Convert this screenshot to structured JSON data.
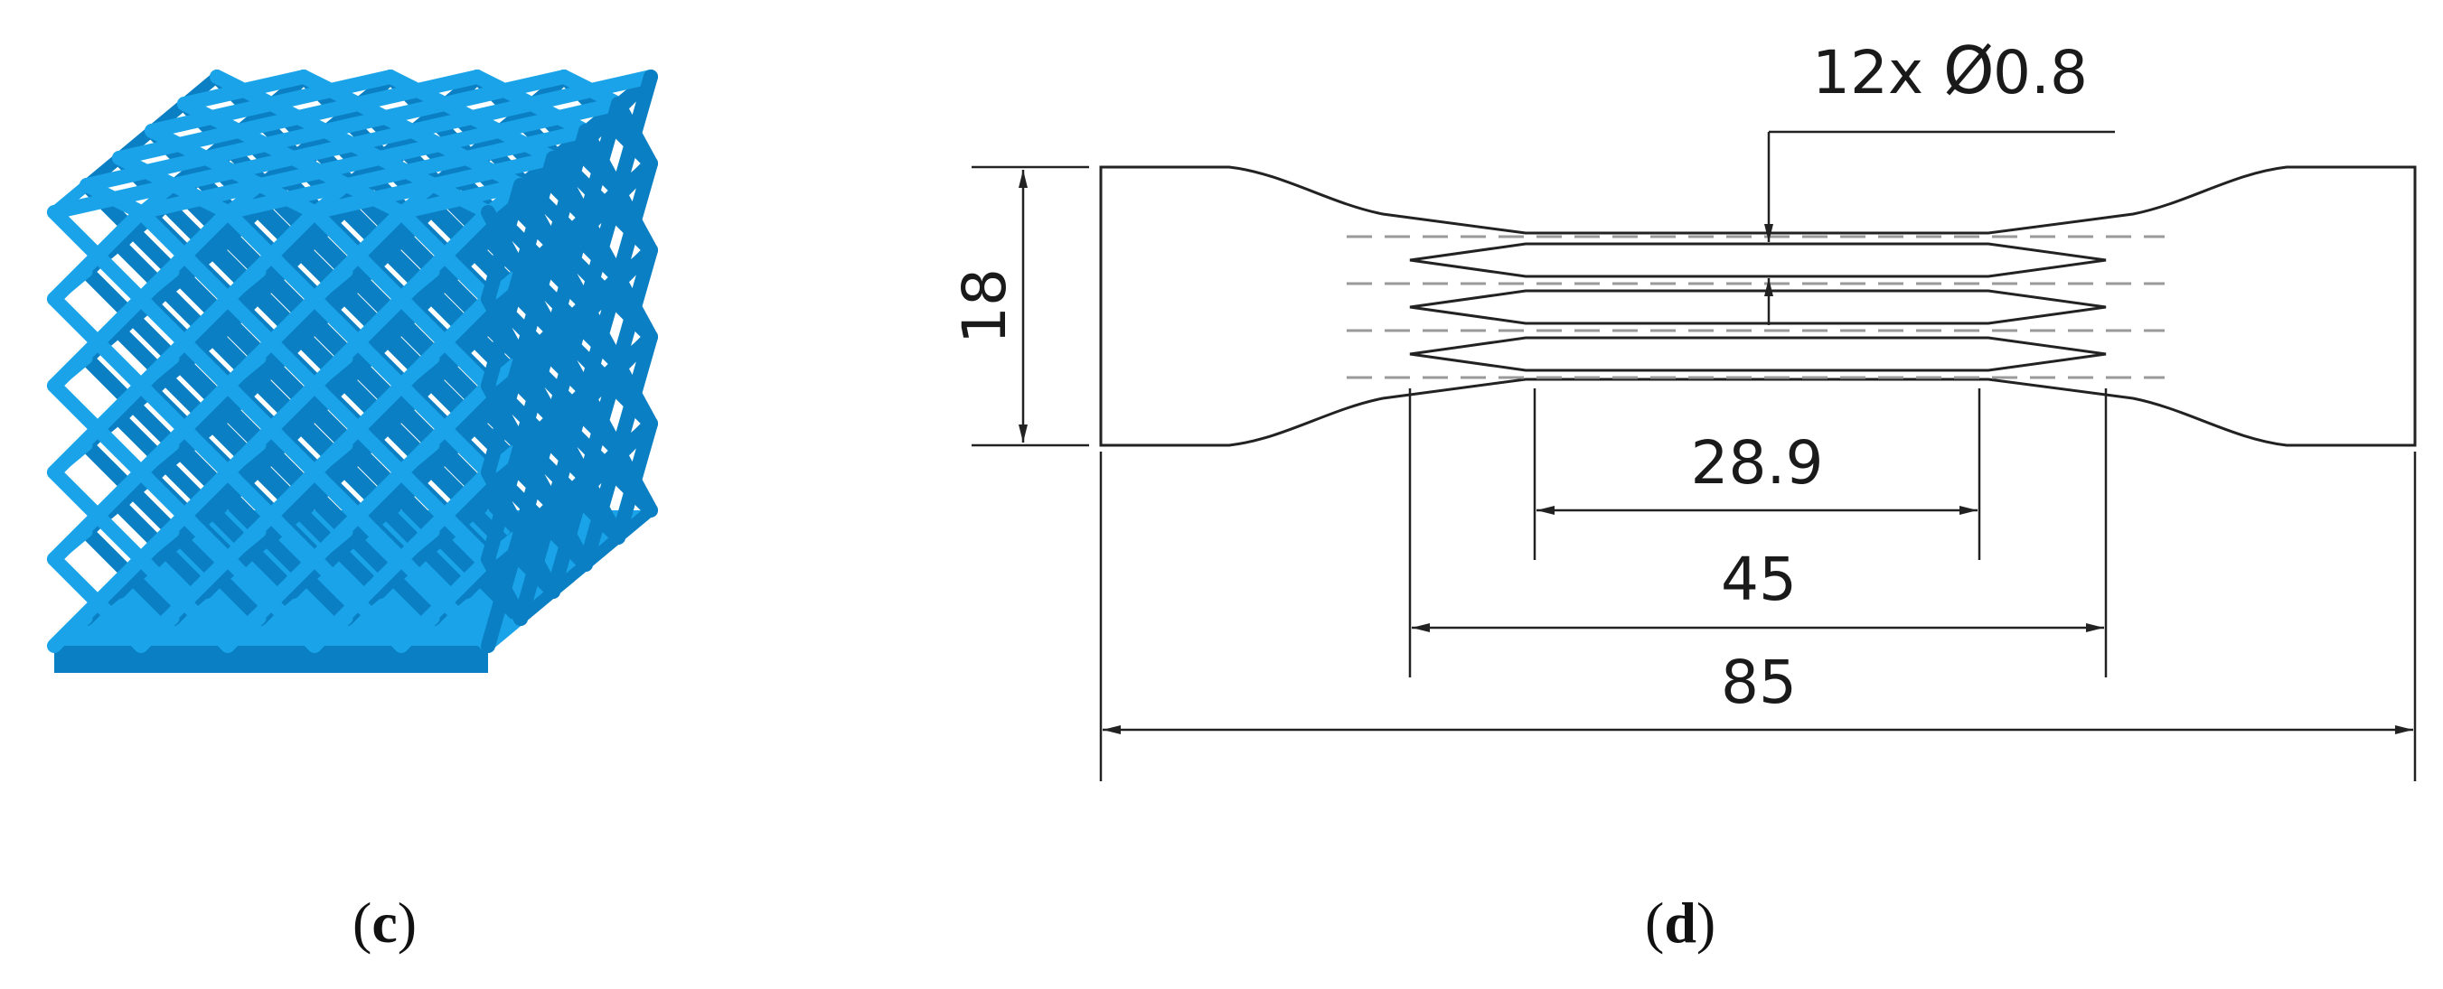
{
  "panels": {
    "c": {
      "open": "(",
      "letter": "c",
      "close": ")",
      "subject": "lattice-cube-3d-model"
    },
    "d": {
      "open": "(",
      "letter": "d",
      "close": ")",
      "subject": "tensile-specimen-drawing"
    }
  },
  "drawing": {
    "holes_annotation": "12x",
    "hole_symbol": "Ø",
    "hole_diameter": "0.8",
    "dim_height": "18",
    "dim_gauge_length": "28.9",
    "dim_parallel_length": "45",
    "dim_overall_length": "85"
  },
  "colors": {
    "lattice": "#1aa3e8",
    "lattice_shadow": "#0a7fc4",
    "line": "#222222",
    "hidden_line": "#9a9a9a"
  }
}
